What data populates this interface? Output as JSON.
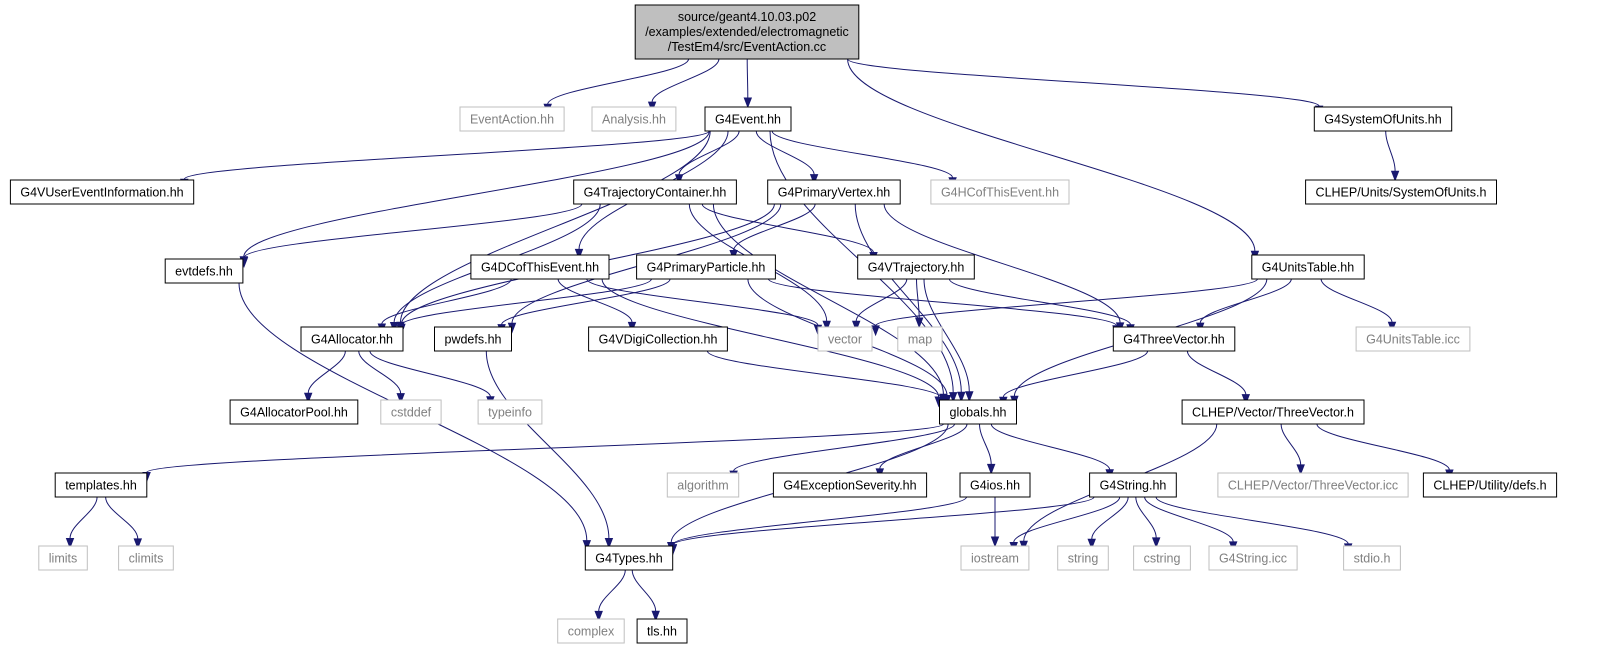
{
  "diagram": {
    "root": {
      "lines": [
        "source/geant4.10.03.p02",
        "/examples/extended/electromagnetic",
        "/TestEm4/src/EventAction.cc"
      ]
    },
    "nodes": [
      {
        "id": "eventaction",
        "label": "EventAction.hh",
        "kind": "ext"
      },
      {
        "id": "analysis",
        "label": "Analysis.hh",
        "kind": "ext"
      },
      {
        "id": "g4event",
        "label": "G4Event.hh",
        "kind": "doc"
      },
      {
        "id": "g4systemofunits",
        "label": "G4SystemOfUnits.hh",
        "kind": "doc"
      },
      {
        "id": "g4vusereventinfo",
        "label": "G4VUserEventInformation.hh",
        "kind": "doc"
      },
      {
        "id": "g4trajcontainer",
        "label": "G4TrajectoryContainer.hh",
        "kind": "doc"
      },
      {
        "id": "g4primaryvertex",
        "label": "G4PrimaryVertex.hh",
        "kind": "doc"
      },
      {
        "id": "g4hcofthisevent",
        "label": "G4HCofThisEvent.hh",
        "kind": "ext"
      },
      {
        "id": "clhep_units",
        "label": "CLHEP/Units/SystemOfUnits.h",
        "kind": "doc"
      },
      {
        "id": "evtdefs",
        "label": "evtdefs.hh",
        "kind": "doc"
      },
      {
        "id": "g4dcofthisevent",
        "label": "G4DCofThisEvent.hh",
        "kind": "doc"
      },
      {
        "id": "g4primaryparticle",
        "label": "G4PrimaryParticle.hh",
        "kind": "doc"
      },
      {
        "id": "g4vtrajectory",
        "label": "G4VTrajectory.hh",
        "kind": "doc"
      },
      {
        "id": "g4unitstable",
        "label": "G4UnitsTable.hh",
        "kind": "doc"
      },
      {
        "id": "g4allocator",
        "label": "G4Allocator.hh",
        "kind": "doc"
      },
      {
        "id": "pwdefs",
        "label": "pwdefs.hh",
        "kind": "doc"
      },
      {
        "id": "g4vdigicollection",
        "label": "G4VDigiCollection.hh",
        "kind": "doc"
      },
      {
        "id": "vector",
        "label": "vector",
        "kind": "ext"
      },
      {
        "id": "map",
        "label": "map",
        "kind": "ext"
      },
      {
        "id": "g4threevector",
        "label": "G4ThreeVector.hh",
        "kind": "doc"
      },
      {
        "id": "g4unitstable_icc",
        "label": "G4UnitsTable.icc",
        "kind": "ext"
      },
      {
        "id": "g4allocatorpool",
        "label": "G4AllocatorPool.hh",
        "kind": "doc"
      },
      {
        "id": "cstddef",
        "label": "cstddef",
        "kind": "ext"
      },
      {
        "id": "typeinfo",
        "label": "typeinfo",
        "kind": "ext"
      },
      {
        "id": "globals",
        "label": "globals.hh",
        "kind": "doc"
      },
      {
        "id": "clhep_threevector",
        "label": "CLHEP/Vector/ThreeVector.h",
        "kind": "doc"
      },
      {
        "id": "templates",
        "label": "templates.hh",
        "kind": "doc"
      },
      {
        "id": "algorithm",
        "label": "algorithm",
        "kind": "ext"
      },
      {
        "id": "g4exceptionseverity",
        "label": "G4ExceptionSeverity.hh",
        "kind": "doc"
      },
      {
        "id": "g4ios",
        "label": "G4ios.hh",
        "kind": "doc"
      },
      {
        "id": "g4string",
        "label": "G4String.hh",
        "kind": "doc"
      },
      {
        "id": "clhep_threevector_icc",
        "label": "CLHEP/Vector/ThreeVector.icc",
        "kind": "ext"
      },
      {
        "id": "clhep_utility_defs",
        "label": "CLHEP/Utility/defs.h",
        "kind": "doc"
      },
      {
        "id": "limits",
        "label": "limits",
        "kind": "ext"
      },
      {
        "id": "climits",
        "label": "climits",
        "kind": "ext"
      },
      {
        "id": "g4types",
        "label": "G4Types.hh",
        "kind": "doc"
      },
      {
        "id": "iostream",
        "label": "iostream",
        "kind": "ext"
      },
      {
        "id": "string",
        "label": "string",
        "kind": "ext"
      },
      {
        "id": "cstring",
        "label": "cstring",
        "kind": "ext"
      },
      {
        "id": "g4string_icc",
        "label": "G4String.icc",
        "kind": "ext"
      },
      {
        "id": "stdio",
        "label": "stdio.h",
        "kind": "ext"
      },
      {
        "id": "complex",
        "label": "complex",
        "kind": "ext"
      },
      {
        "id": "tls",
        "label": "tls.hh",
        "kind": "doc"
      }
    ],
    "edges": [
      {
        "from": "root",
        "to": "eventaction"
      },
      {
        "from": "root",
        "to": "analysis"
      },
      {
        "from": "root",
        "to": "g4event"
      },
      {
        "from": "root",
        "to": "g4systemofunits"
      },
      {
        "from": "root",
        "to": "g4unitstable"
      },
      {
        "from": "g4systemofunits",
        "to": "clhep_units"
      },
      {
        "from": "g4event",
        "to": "g4vusereventinfo"
      },
      {
        "from": "g4event",
        "to": "g4trajcontainer"
      },
      {
        "from": "g4event",
        "to": "g4primaryvertex"
      },
      {
        "from": "g4event",
        "to": "g4hcofthisevent"
      },
      {
        "from": "g4event",
        "to": "evtdefs"
      },
      {
        "from": "g4event",
        "to": "g4dcofthisevent"
      },
      {
        "from": "g4event",
        "to": "g4allocator"
      },
      {
        "from": "g4event",
        "to": "globals"
      },
      {
        "from": "g4trajcontainer",
        "to": "evtdefs"
      },
      {
        "from": "g4trajcontainer",
        "to": "g4allocator"
      },
      {
        "from": "g4trajcontainer",
        "to": "g4vtrajectory"
      },
      {
        "from": "g4trajcontainer",
        "to": "vector"
      },
      {
        "from": "g4trajcontainer",
        "to": "globals"
      },
      {
        "from": "g4primaryvertex",
        "to": "g4primaryparticle"
      },
      {
        "from": "g4primaryvertex",
        "to": "g4allocator"
      },
      {
        "from": "g4primaryvertex",
        "to": "pwdefs"
      },
      {
        "from": "g4primaryvertex",
        "to": "g4threevector"
      },
      {
        "from": "g4primaryvertex",
        "to": "globals"
      },
      {
        "from": "evtdefs",
        "to": "g4types"
      },
      {
        "from": "g4dcofthisevent",
        "to": "g4allocator"
      },
      {
        "from": "g4dcofthisevent",
        "to": "g4vdigicollection"
      },
      {
        "from": "g4dcofthisevent",
        "to": "vector"
      },
      {
        "from": "g4dcofthisevent",
        "to": "globals"
      },
      {
        "from": "g4primaryparticle",
        "to": "g4allocator"
      },
      {
        "from": "g4primaryparticle",
        "to": "pwdefs"
      },
      {
        "from": "g4primaryparticle",
        "to": "g4threevector"
      },
      {
        "from": "g4primaryparticle",
        "to": "globals"
      },
      {
        "from": "g4vtrajectory",
        "to": "vector"
      },
      {
        "from": "g4vtrajectory",
        "to": "map"
      },
      {
        "from": "g4vtrajectory",
        "to": "g4threevector"
      },
      {
        "from": "g4vtrajectory",
        "to": "globals"
      },
      {
        "from": "g4unitstable",
        "to": "vector"
      },
      {
        "from": "g4unitstable",
        "to": "g4threevector"
      },
      {
        "from": "g4unitstable",
        "to": "g4unitstable_icc"
      },
      {
        "from": "g4unitstable",
        "to": "globals"
      },
      {
        "from": "g4allocator",
        "to": "g4allocatorpool"
      },
      {
        "from": "g4allocator",
        "to": "cstddef"
      },
      {
        "from": "g4allocator",
        "to": "typeinfo"
      },
      {
        "from": "pwdefs",
        "to": "g4types"
      },
      {
        "from": "g4vdigicollection",
        "to": "globals"
      },
      {
        "from": "g4threevector",
        "to": "globals"
      },
      {
        "from": "g4threevector",
        "to": "clhep_threevector"
      },
      {
        "from": "globals",
        "to": "templates"
      },
      {
        "from": "globals",
        "to": "algorithm"
      },
      {
        "from": "globals",
        "to": "g4exceptionseverity"
      },
      {
        "from": "globals",
        "to": "g4ios"
      },
      {
        "from": "globals",
        "to": "g4string"
      },
      {
        "from": "globals",
        "to": "g4types"
      },
      {
        "from": "clhep_threevector",
        "to": "iostream"
      },
      {
        "from": "clhep_threevector",
        "to": "clhep_threevector_icc"
      },
      {
        "from": "clhep_threevector",
        "to": "clhep_utility_defs"
      },
      {
        "from": "templates",
        "to": "limits"
      },
      {
        "from": "templates",
        "to": "climits"
      },
      {
        "from": "g4ios",
        "to": "g4types"
      },
      {
        "from": "g4ios",
        "to": "iostream"
      },
      {
        "from": "g4string",
        "to": "g4types"
      },
      {
        "from": "g4string",
        "to": "iostream"
      },
      {
        "from": "g4string",
        "to": "string"
      },
      {
        "from": "g4string",
        "to": "cstring"
      },
      {
        "from": "g4string",
        "to": "g4string_icc"
      },
      {
        "from": "g4string",
        "to": "stdio"
      },
      {
        "from": "g4types",
        "to": "complex"
      },
      {
        "from": "g4types",
        "to": "tls"
      }
    ]
  },
  "colors": {
    "edge": "#191970",
    "documented_border": "#000000",
    "external_border": "#bfbfbf",
    "external_text": "#808080",
    "root_fill": "#bfbfbf"
  }
}
